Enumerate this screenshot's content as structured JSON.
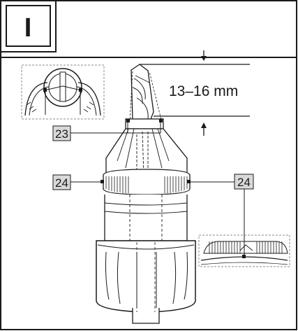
{
  "step": {
    "label": "I"
  },
  "dimension": {
    "label": "13–16 mm"
  },
  "callouts": {
    "chuck_jaws": "23",
    "collar_left": "24",
    "collar_right": "24"
  },
  "colors": {
    "stroke": "#1a1a1a",
    "callout_fill": "#d9d9d9",
    "detail_border": "#8a8a8a"
  }
}
